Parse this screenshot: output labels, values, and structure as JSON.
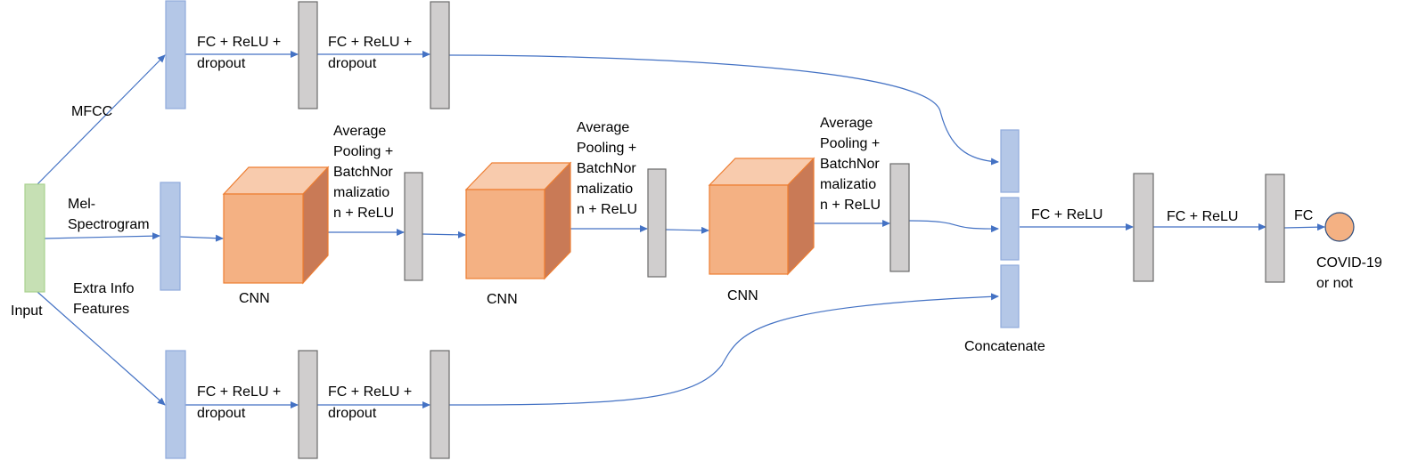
{
  "colors": {
    "input_block": "#c6e0b4",
    "input_stroke": "#a9d18e",
    "feature_block": "#b4c7e7",
    "feature_stroke": "#8faadc",
    "hidden_block": "#d0cece",
    "hidden_stroke": "#6b6b6b",
    "cnn_front": "#f4b183",
    "cnn_side": "#c97a56",
    "cnn_top": "#f8cbad",
    "cnn_stroke": "#ed7d31",
    "output_node": "#f4b183",
    "arrow": "#4472c4",
    "text": "#000000"
  },
  "labels": {
    "input": "Input",
    "mfcc": "MFCC",
    "mel_line1": "Mel-",
    "mel_line2": "Spectrogram",
    "extra_line1": "Extra Info",
    "extra_line2": "Features",
    "mfcc_fc1_line1": "FC + ReLU  +",
    "mfcc_fc1_line2": "dropout",
    "mfcc_fc2_line1": "FC + ReLU  +",
    "mfcc_fc2_line2": "dropout",
    "extra_fc1_line1": "FC + ReLU  +",
    "extra_fc1_line2": "dropout",
    "extra_fc2_line1": "FC + ReLU  +",
    "extra_fc2_line2": "dropout",
    "cnn1": "CNN",
    "cnn2": "CNN",
    "cnn3": "CNN",
    "pool1": [
      "Average",
      "Pooling +",
      "BatchNor",
      "malizatio",
      "n + ReLU"
    ],
    "pool2": [
      "Average",
      "Pooling +",
      "BatchNor",
      "malizatio",
      "n + ReLU"
    ],
    "pool3": [
      "Average",
      "Pooling +",
      "BatchNor",
      "malizatio",
      "n + ReLU"
    ],
    "concatenate": "Concatenate",
    "fc_relu_1": "FC + ReLU",
    "fc_relu_2": "FC + ReLU",
    "fc_final": "FC",
    "output_line1": "COVID-19",
    "output_line2": "or not"
  }
}
